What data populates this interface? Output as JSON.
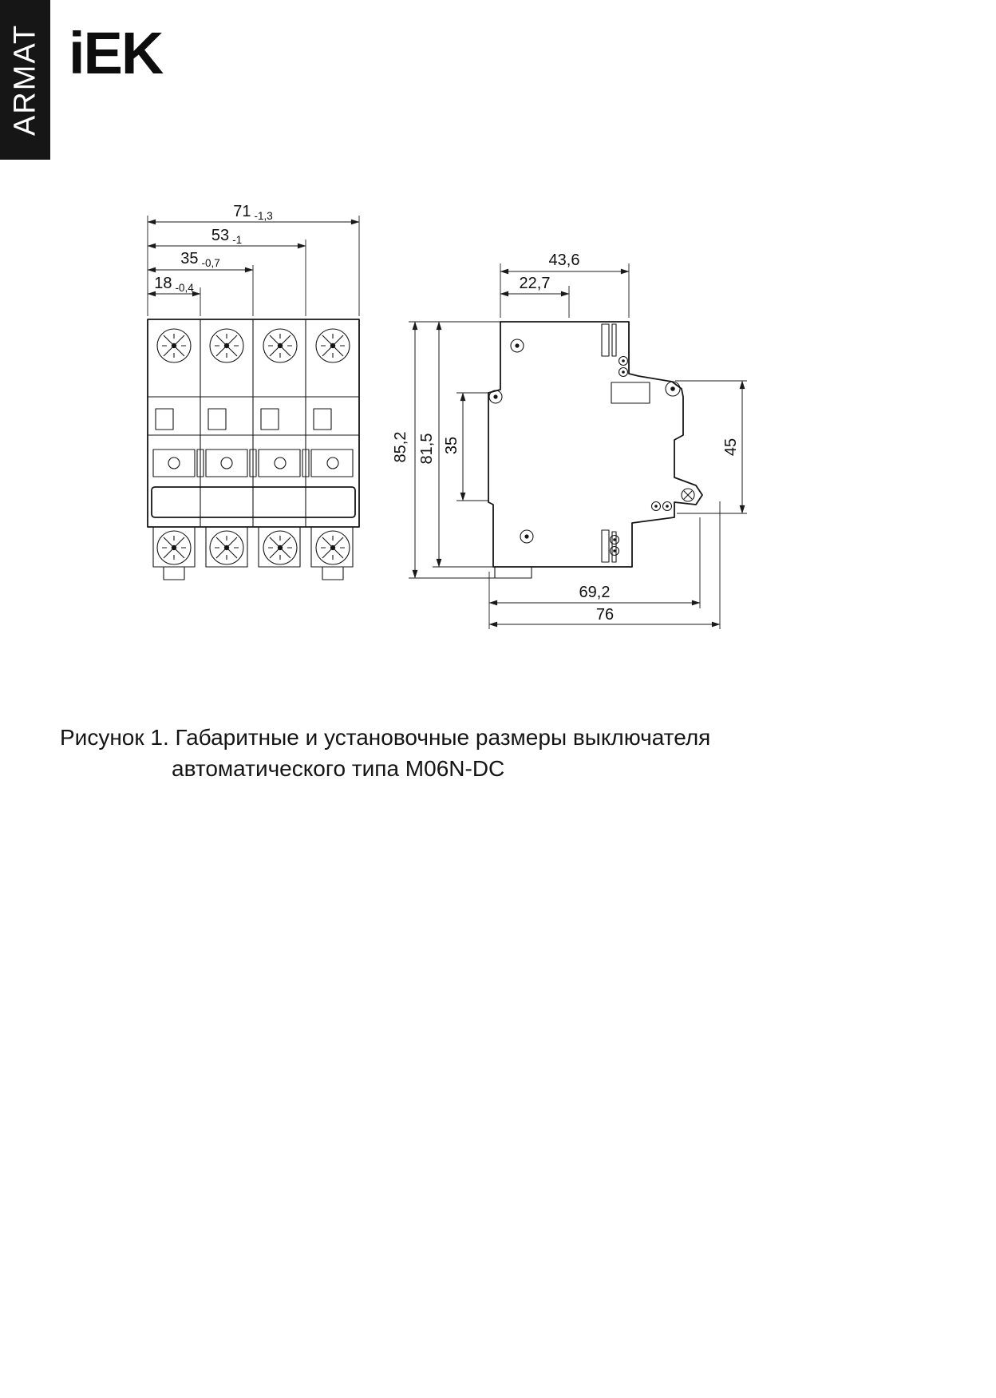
{
  "brand": {
    "sidebar": "ARMAT",
    "logo": "iEK"
  },
  "front_view": {
    "dims": [
      {
        "value": "71",
        "tol": "-1,3"
      },
      {
        "value": "53",
        "tol": "-1"
      },
      {
        "value": "35",
        "tol": "-0,7"
      },
      {
        "value": "18",
        "tol": "-0,4"
      }
    ]
  },
  "side_view": {
    "width_total": "43,6",
    "width_front": "22,7",
    "height_total": "85,2",
    "height_body": "81,5",
    "height_face": "35",
    "height_din": "45",
    "depth_body": "69,2",
    "depth_total": "76"
  },
  "caption": {
    "line1": "Рисунок 1. Габаритные и установочные размеры выключателя",
    "line2": "автоматического типа М06N-DC"
  }
}
